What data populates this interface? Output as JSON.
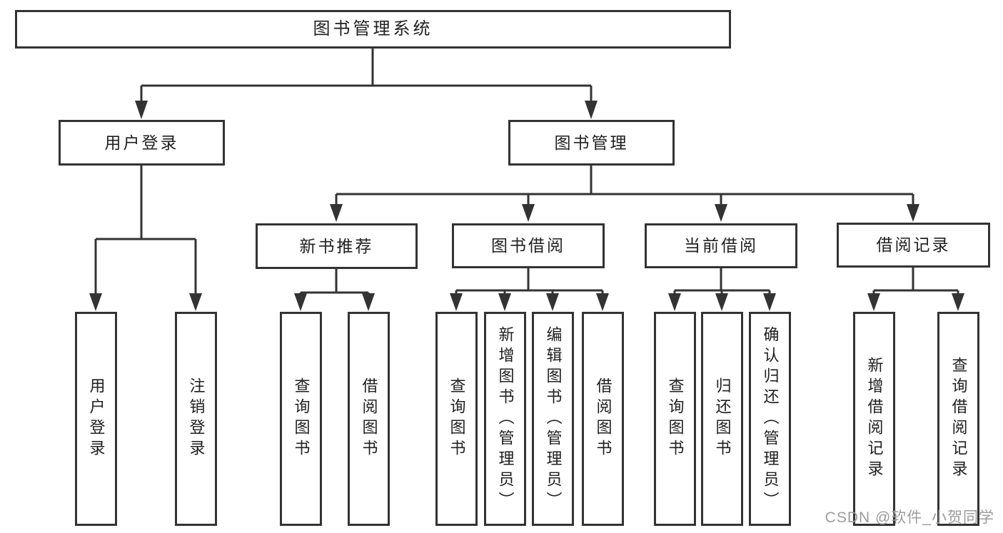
{
  "tree": {
    "root": {
      "label": "图书管理系统"
    },
    "branches": [
      {
        "label": "用户登录",
        "children": [
          {
            "label": "用户登录"
          },
          {
            "label": "注销登录"
          }
        ]
      },
      {
        "label": "图书管理",
        "children": [
          {
            "label": "新书推荐",
            "children": [
              {
                "label": "查询图书"
              },
              {
                "label": "借阅图书"
              }
            ]
          },
          {
            "label": "图书借阅",
            "children": [
              {
                "label": "查询图书"
              },
              {
                "label": "新增图书（管理员）"
              },
              {
                "label": "编辑图书（管理员）"
              },
              {
                "label": "借阅图书"
              }
            ]
          },
          {
            "label": "当前借阅",
            "children": [
              {
                "label": "查询图书"
              },
              {
                "label": "归还图书"
              },
              {
                "label": "确认归还（管理员）"
              }
            ]
          },
          {
            "label": "借阅记录",
            "children": [
              {
                "label": "新增借阅记录"
              },
              {
                "label": "查询借阅记录"
              }
            ]
          }
        ]
      }
    ]
  },
  "watermark": {
    "text": "CSDN @软件_小贺同学",
    "color": "#9c9c9c"
  },
  "colors": {
    "line": "#333333",
    "box_border": "#333333",
    "text": "#1f1f1f",
    "background": "#ffffff"
  }
}
